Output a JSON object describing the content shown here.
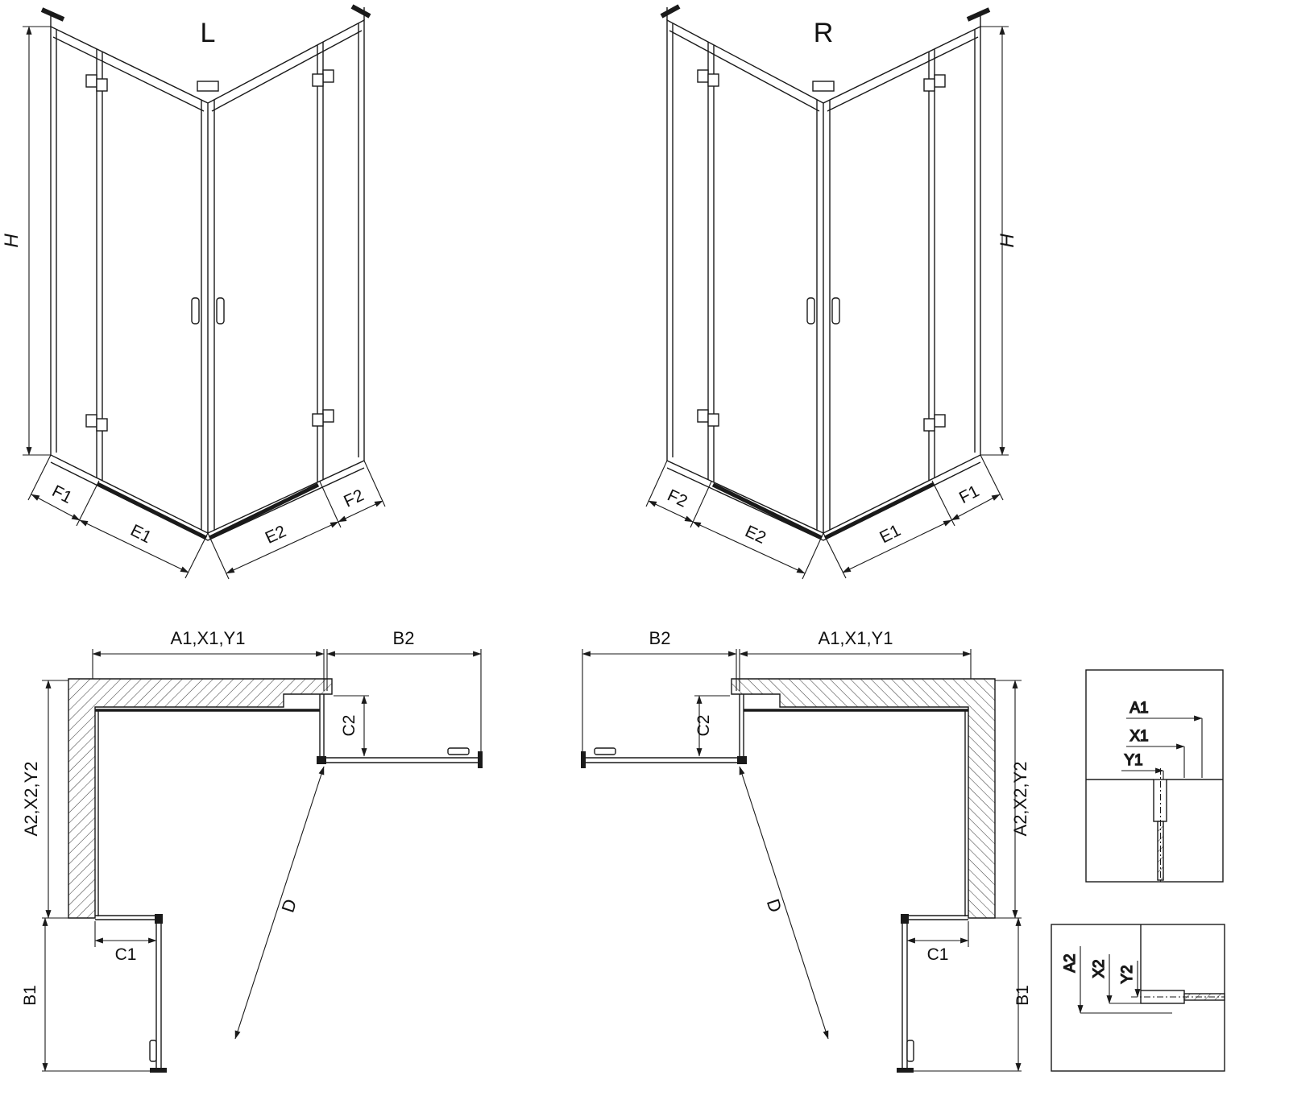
{
  "colors": {
    "ink": "#1a1a1a",
    "background": "#ffffff"
  },
  "iso_left": {
    "variant_label": "L",
    "height_label": "H",
    "bottom_labels": {
      "f1": "F1",
      "e1": "E1",
      "e2": "E2",
      "f2": "F2"
    }
  },
  "iso_right": {
    "variant_label": "R",
    "height_label": "H",
    "bottom_labels": {
      "f1": "F1",
      "e1": "E1",
      "e2": "E2",
      "f2": "F2"
    }
  },
  "plan_left": {
    "width_label": "A1,X1,Y1",
    "door_right_label": "B2",
    "fixed_right_label": "C2",
    "depth_label": "A2,X2,Y2",
    "fixed_bottom_label": "C1",
    "door_bottom_label": "B1",
    "diagonal_label": "D"
  },
  "plan_right": {
    "width_label": "A1,X1,Y1",
    "door_right_label": "B2",
    "fixed_right_label": "C2",
    "depth_label": "A2,X2,Y2",
    "fixed_bottom_label": "C1",
    "door_bottom_label": "B1",
    "diagonal_label": "D"
  },
  "detail_top": {
    "a1": "A1",
    "x1": "X1",
    "y1": "Y1"
  },
  "detail_bottom": {
    "a2": "A2",
    "x2": "X2",
    "y2": "Y2"
  }
}
